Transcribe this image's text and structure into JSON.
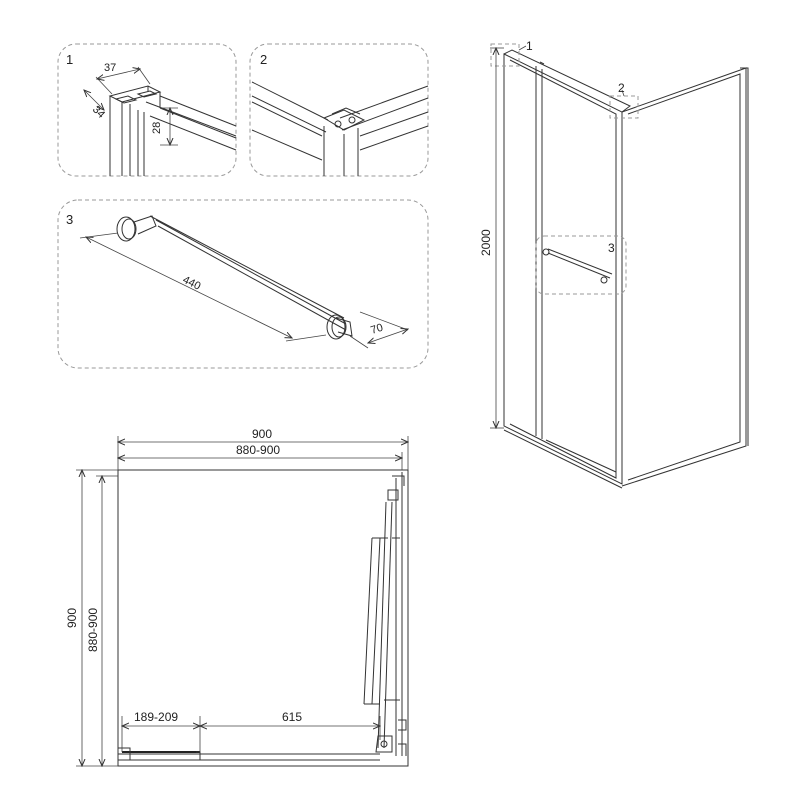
{
  "callouts": {
    "c1": "1",
    "c2": "2",
    "c3": "3"
  },
  "detail1": {
    "width": "37",
    "depth": "34",
    "height": "28"
  },
  "detail3": {
    "length": "440",
    "offset": "70"
  },
  "elevation": {
    "height": "2000"
  },
  "plan": {
    "overall_width": "900",
    "adjust_width": "880-900",
    "overall_depth": "900",
    "adjust_depth": "880-900",
    "entry_range": "189-209",
    "door_width": "615"
  }
}
